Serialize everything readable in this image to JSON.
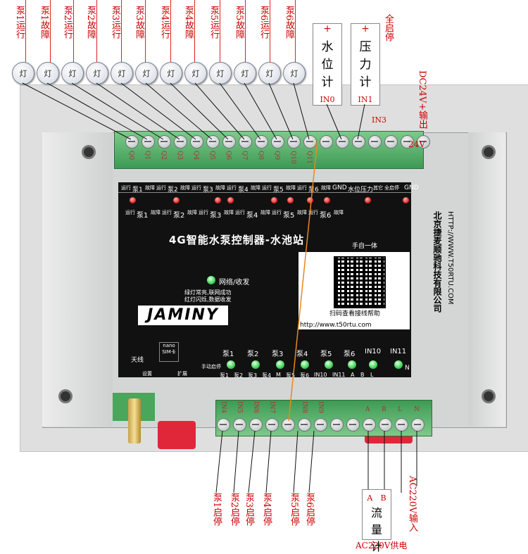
{
  "top_labels": [
    "泵1运行",
    "泵1故障",
    "泵2运行",
    "泵2故障",
    "泵3运行",
    "泵3故障",
    "泵4运行",
    "泵4故障",
    "泵5运行",
    "泵5故障",
    "泵6运行",
    "泵6故障"
  ],
  "lamp_char": "灯",
  "water_level": {
    "plus": "+",
    "chars": [
      "水",
      "位",
      "计"
    ],
    "port": "IN0"
  },
  "pressure": {
    "plus": "+",
    "chars": [
      "压",
      "力",
      "计"
    ],
    "port": "IN1"
  },
  "all_start_stop": "全启停",
  "in3": "IN3",
  "dc_output": "DC24V+输出",
  "v24": "24V",
  "q_terms": [
    "Q0",
    "Q1",
    "Q2",
    "Q3",
    "Q4",
    "Q5",
    "Q6",
    "Q7",
    "Q8",
    "Q9",
    "Q10",
    "Q11"
  ],
  "panel_top_row": [
    "运行",
    "泵1",
    "故障",
    "运行",
    "泵2",
    "故障",
    "运行",
    "泵3",
    "故障",
    "运行",
    "泵4",
    "故障",
    "运行",
    "泵5",
    "故障",
    "运行",
    "泵6",
    "故障",
    "GND",
    "水位",
    "压力",
    "其它",
    "全启停",
    "GND"
  ],
  "panel_led_row": [
    "运行",
    "泵1",
    "故障",
    "运行",
    "泵2",
    "故障",
    "运行",
    "泵3",
    "故障",
    "运行",
    "泵4",
    "故障",
    "运行",
    "泵5",
    "故障",
    "运行",
    "泵6",
    "故障"
  ],
  "device_title": "4G智能水泵控制器-水池站",
  "mode": "手自一体",
  "network": "网络/收发",
  "led_note_1": "绿灯常亮,联网成功",
  "led_note_2": "红灯闪烁,数据收发",
  "brand": "JAMINY",
  "scan_text": "扫码查看接线帮助",
  "url": "http://www.t50rtu.com",
  "company": "北京捷麦顺驰科技有限公司",
  "company_url": "HTTP://WWW.T50RTU.COM",
  "antenna": "天线",
  "sim": [
    "nano",
    "SIM卡"
  ],
  "buttons_bottom": [
    "设置",
    "扩展"
  ],
  "manual_start": "手动启停",
  "bottom_leds": [
    "泵1",
    "泵2",
    "泵3",
    "泵4",
    "泵5",
    "泵6",
    "IN10",
    "IN11"
  ],
  "bottom_row": [
    "泵1",
    "泵2",
    "泵3",
    "泵4",
    "M",
    "泵5",
    "泵6",
    "IN10",
    "IN11",
    "A",
    "B",
    "L"
  ],
  "in_terms": [
    "IN4",
    "IN5",
    "IN6",
    "IN7",
    "",
    "IN8",
    "IN9"
  ],
  "ab_terms": [
    "A",
    "B",
    "L",
    "N"
  ],
  "n_label": "N",
  "bottom_labels": [
    "泵1启停",
    "泵2启停",
    "泵3启停",
    "泵4启停",
    "泵5启停",
    "泵6启停"
  ],
  "flow": {
    "a": "A",
    "b": "B",
    "chars": [
      "流",
      "量",
      "计"
    ],
    "power": "AC220V供电"
  },
  "ac_input": "AC220V输入"
}
